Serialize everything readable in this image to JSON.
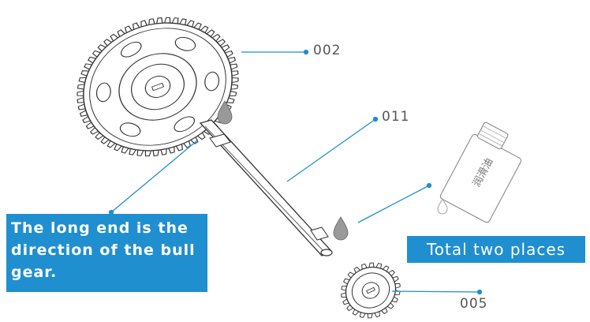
{
  "labels": {
    "part_gear_large": "002",
    "part_shaft": "011",
    "part_gear_small": "005"
  },
  "notes": {
    "long_end": "The long end is the direction of the bull gear.",
    "total_places": "Total two places"
  },
  "bottle": {
    "text": "润滑油"
  },
  "colors": {
    "leader": "#1f8fcf",
    "note_bg": "#1f8fcf",
    "outline": "#333333",
    "oil_drop": "#9a9a9a"
  }
}
